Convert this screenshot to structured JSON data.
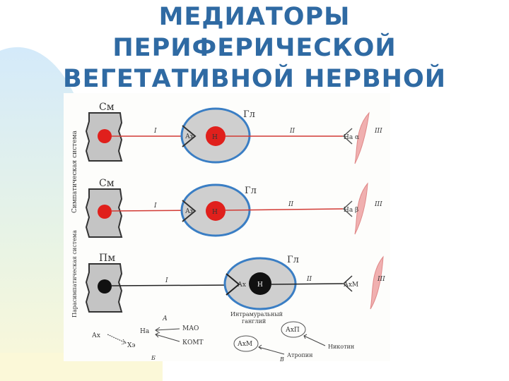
{
  "slide": {
    "title_lines": [
      "МЕДИАТОРЫ",
      "ПЕРИФЕРИЧЕСКОЙ",
      "ВЕГЕТАТИВНОЙ НЕРВНОЙ"
    ]
  },
  "colors": {
    "title": "#2f6aa3",
    "sympathetic_soma": "#e0201c",
    "axon_sympathetic": "#d23a34",
    "axon_parasympathetic": "#222222",
    "ganglion_fill": "#cfcfcf",
    "ganglion_border": "#3a7ec4",
    "spinal_block": "#c4c4c4",
    "effector": "#f0b0b0"
  },
  "diagram": {
    "side_label_sympathetic": "Симпатическая система",
    "side_label_parasympathetic": "Парасимпатическая система",
    "rows": [
      {
        "center": "См",
        "ganglion": "Гл",
        "synapse1": "Ах",
        "synapse1b": "Н",
        "fiber1": "I",
        "fiber2": "II",
        "synapse2": "На",
        "synapse2b": "α",
        "organ": "III"
      },
      {
        "center": "См",
        "ganglion": "Гл",
        "synapse1": "Ах",
        "synapse1b": "Н",
        "fiber1": "I",
        "fiber2": "II",
        "synapse2": "На",
        "synapse2b": "β",
        "organ": "III"
      },
      {
        "center": "Пм",
        "ganglion": "Гл",
        "synapse1": "Ах",
        "synapse1b": "Н",
        "fiber1": "I",
        "fiber2": "II",
        "synapse2": "АхМ",
        "organ": "III"
      }
    ],
    "intramural_label_1": "Интрамуральный",
    "intramural_label_2": "ганглий",
    "panel_a": "А",
    "panel_b": "Б",
    "panel_v": "В",
    "legend_ax": "Ах",
    "legend_xe": "Хэ",
    "legend_na": "На",
    "legend_mao": "МАО",
    "legend_komt": "КОМТ",
    "legend_axp": "АхП",
    "legend_axm": "АхМ",
    "legend_nicotine": "Никотин",
    "legend_atropine": "Атропин"
  }
}
